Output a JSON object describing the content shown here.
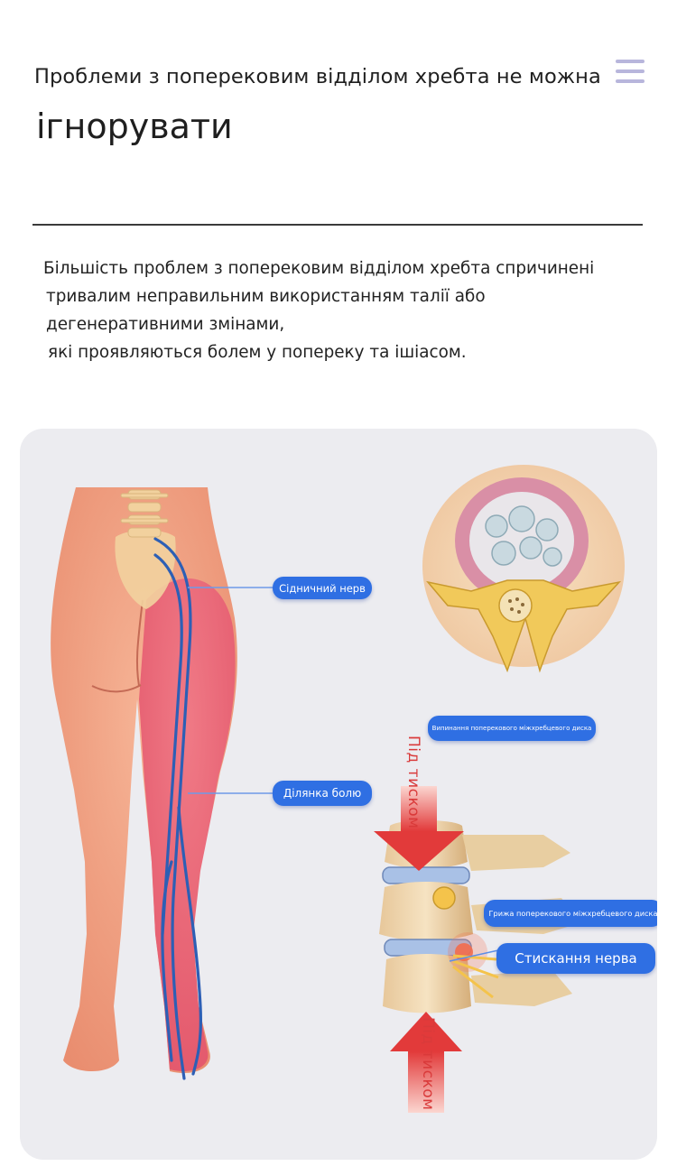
{
  "header": {
    "title_line1": "Проблеми з поперековим відділом хребта не можна",
    "title_line2": "ігнорувати",
    "menu_icon": "hamburger-menu-icon"
  },
  "description": {
    "line1": "Більшість проблем з поперековим відділом хребта спричинені",
    "line2": "тривалим неправильним використанням талії або дегенеративними змінами,",
    "line3": "які проявляються болем у попереку та ішіасом."
  },
  "illustration": {
    "sciatic_nerve": "Сідничний нерв",
    "pain_area": "Ділянка болю",
    "disc_protrusion": "Випинання поперекового міжхребцевого диска",
    "under_pressure_top": "Під тиском",
    "disc_herniation": "Грижа поперекового міжхребцевого диска",
    "nerve_compression": "Стискання нерва",
    "under_pressure_bottom": "Під тиском"
  },
  "colors": {
    "accent_blue": "#2f6fe3",
    "menu_icon": "#b8b6dc",
    "pressure_red": "#d93a3a",
    "card_bg": "#ececf0"
  }
}
